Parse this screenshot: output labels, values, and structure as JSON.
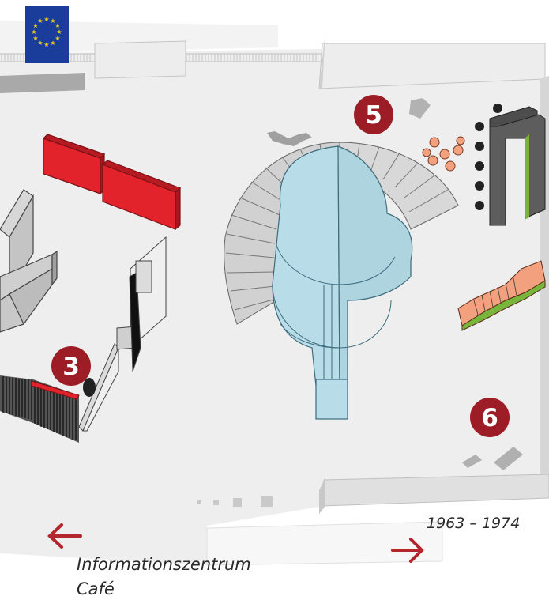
{
  "markers": [
    {
      "number": "5"
    },
    {
      "number": "3"
    },
    {
      "number": "6"
    }
  ],
  "nav": {
    "left_label_1": "Informationszentrum",
    "left_label_2": "Café",
    "right_label": "1963 – 1974"
  },
  "colors": {
    "floor": "#eeeeee",
    "marker": "#9d1d26",
    "arrow": "#b3262e",
    "stairs": "#b9dde8",
    "exhibit_red": "#e3232b",
    "bar": "#4d4d4d",
    "bar_accent": "#78b53b",
    "eu_flag": "#1a3d9c",
    "salmon": "#f3a07f"
  },
  "icons": [
    "eu-flag-icon",
    "arrow-left-icon",
    "arrow-right-icon"
  ]
}
